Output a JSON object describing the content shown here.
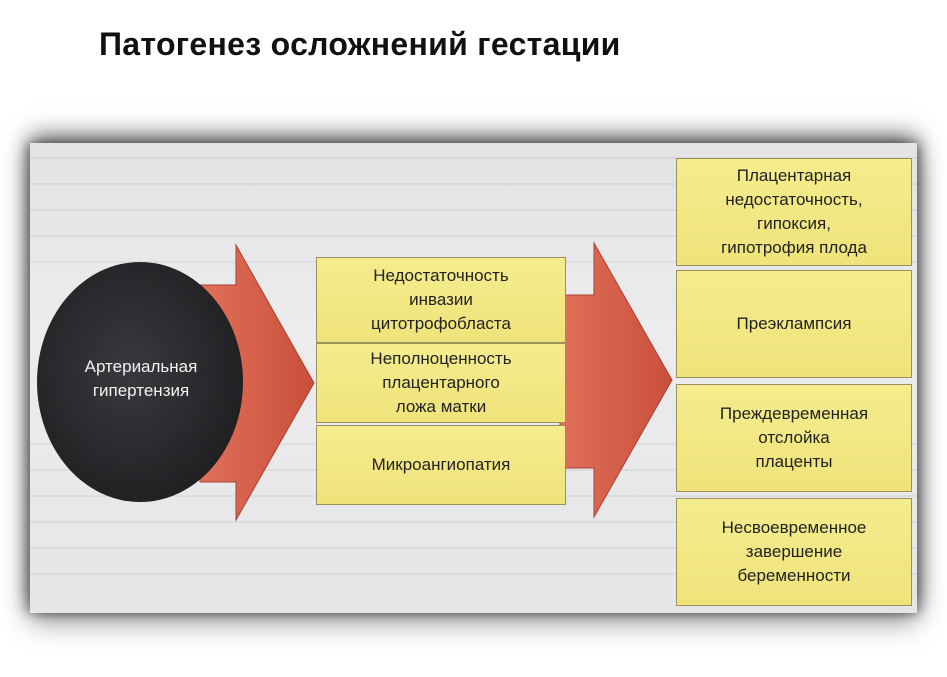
{
  "title": "Патогенез осложнений гестации",
  "source": {
    "label": "Артериальная\nгипертензия"
  },
  "mechanisms": [
    "Недостаточность\nинвазии\nцитотрофобласта",
    "Неполноценность\nплацентарного\nложа матки",
    "Микроангиопатия"
  ],
  "outcomes": [
    "Плацентарная\nнедостаточность,\nгипоксия,\nгипотрофия плода",
    "Преэклампсия",
    "Преждевременная\nотслойка\nплаценты",
    "Несвоевременное\nзавершение\nберемен­ности"
  ],
  "colors": {
    "circle": "#2b2b2e",
    "arrow": "#d9604a",
    "box": "#f1e783",
    "box_border": "#9a915a"
  }
}
